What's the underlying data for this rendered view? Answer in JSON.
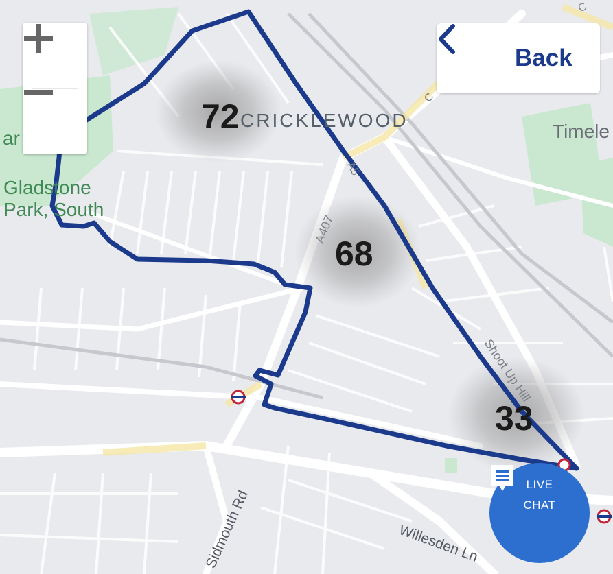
{
  "map": {
    "controls": {
      "zoom_in_label": "+",
      "zoom_out_label": "−",
      "back_label": "Back"
    },
    "area_label": "CRICKLEWOOD",
    "place_labels": {
      "gladstone_line1": "Gladstone",
      "gladstone_line2": "Park, South",
      "left_clip": "ar",
      "timeline": "Timele"
    },
    "road_labels": {
      "a407": "A407",
      "a5": "A5",
      "sidmouth": "Sidmouth Rd",
      "willesden": "Willesden Ln",
      "shoot_up": "Shoot Up Hill",
      "top_right": "C"
    },
    "counts": [
      "72",
      "68",
      "33"
    ],
    "live_chat": {
      "line1": "LIVE",
      "line2": "CHAT"
    },
    "colors": {
      "route": "#1b3a8c",
      "chat": "#2d6fcf",
      "park": "#c9e8cf",
      "water": "#f5e7a6"
    },
    "icons": [
      "plus-icon",
      "minus-icon",
      "chevron-left-icon",
      "chat-bubble-icon",
      "underground-station-icon"
    ]
  }
}
